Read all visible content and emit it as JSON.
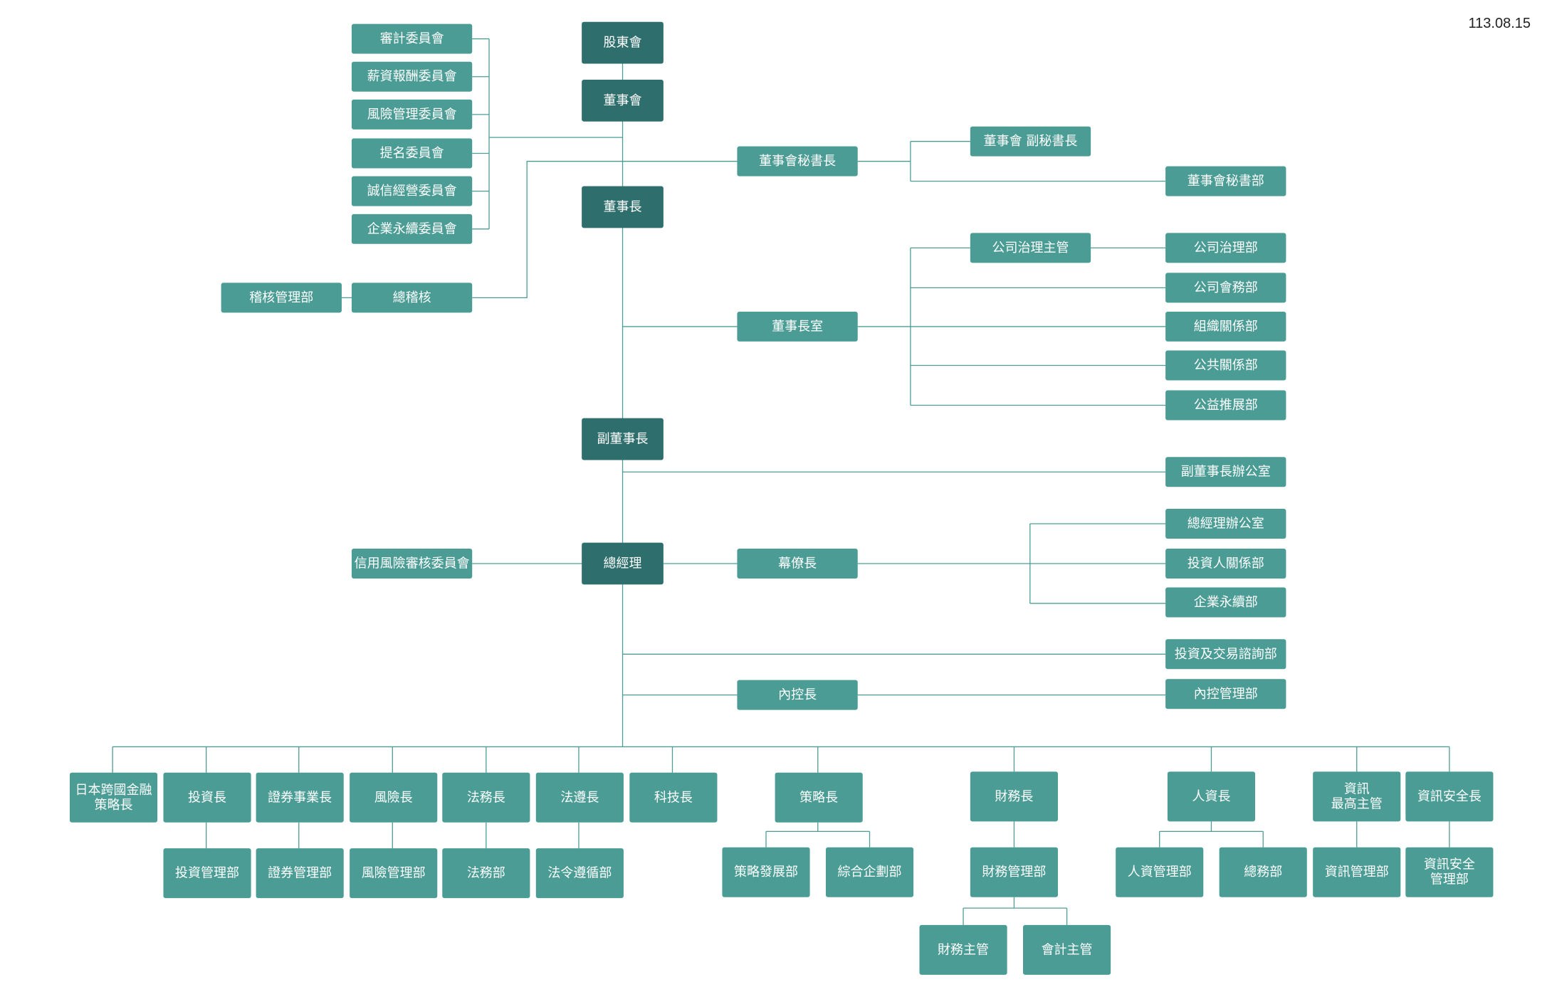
{
  "date": "113.08.15",
  "colors": {
    "primary": "#2e6e6c",
    "secondary": "#4a9c94",
    "line": "#4d9d95",
    "text": "#ffffff"
  },
  "nodes": {
    "shareholders": {
      "label": [
        "股東會"
      ],
      "tier": "primary"
    },
    "board": {
      "label": [
        "董事會"
      ],
      "tier": "primary"
    },
    "chairman": {
      "label": [
        "董事長"
      ],
      "tier": "primary"
    },
    "vice_chairman": {
      "label": [
        "副董事長"
      ],
      "tier": "primary"
    },
    "president": {
      "label": [
        "總經理"
      ],
      "tier": "primary"
    },
    "audit_committee": {
      "label": [
        "審計委員會"
      ],
      "tier": "secondary"
    },
    "remuneration_committee": {
      "label": [
        "薪資報酬委員會"
      ],
      "tier": "secondary"
    },
    "risk_committee": {
      "label": [
        "風險管理委員會"
      ],
      "tier": "secondary"
    },
    "nomination_committee": {
      "label": [
        "提名委員會"
      ],
      "tier": "secondary"
    },
    "integrity_committee": {
      "label": [
        "誠信經營委員會"
      ],
      "tier": "secondary"
    },
    "sustainability_committee": {
      "label": [
        "企業永續委員會"
      ],
      "tier": "secondary"
    },
    "audit_dept": {
      "label": [
        "稽核管理部"
      ],
      "tier": "secondary"
    },
    "chief_auditor": {
      "label": [
        "總稽核"
      ],
      "tier": "secondary"
    },
    "board_secretary_general": {
      "label": [
        "董事會秘書長"
      ],
      "tier": "secondary"
    },
    "deputy_secretary_general": {
      "label": [
        "董事會 副秘書長"
      ],
      "tier": "secondary"
    },
    "board_secretariat": {
      "label": [
        "董事會秘書部"
      ],
      "tier": "secondary"
    },
    "chairman_office": {
      "label": [
        "董事長室"
      ],
      "tier": "secondary"
    },
    "governance_officer": {
      "label": [
        "公司治理主管"
      ],
      "tier": "secondary"
    },
    "governance_dept": {
      "label": [
        "公司治理部"
      ],
      "tier": "secondary"
    },
    "corporate_affairs_dept": {
      "label": [
        "公司會務部"
      ],
      "tier": "secondary"
    },
    "organization_relations_dept": {
      "label": [
        "組織關係部"
      ],
      "tier": "secondary"
    },
    "public_relations_dept": {
      "label": [
        "公共關係部"
      ],
      "tier": "secondary"
    },
    "public_welfare_dept": {
      "label": [
        "公益推展部"
      ],
      "tier": "secondary"
    },
    "vice_chairman_office": {
      "label": [
        "副董事長辦公室"
      ],
      "tier": "secondary"
    },
    "credit_risk_committee": {
      "label": [
        "信用風險審核委員會"
      ],
      "tier": "secondary"
    },
    "chief_of_staff": {
      "label": [
        "幕僚長"
      ],
      "tier": "secondary"
    },
    "president_office": {
      "label": [
        "總經理辦公室"
      ],
      "tier": "secondary"
    },
    "investor_relations_dept": {
      "label": [
        "投資人關係部"
      ],
      "tier": "secondary"
    },
    "sustainability_dept": {
      "label": [
        "企業永續部"
      ],
      "tier": "secondary"
    },
    "investment_advisory_dept": {
      "label": [
        "投資及交易諮詢部"
      ],
      "tier": "secondary"
    },
    "chief_internal_control": {
      "label": [
        "內控長"
      ],
      "tier": "secondary"
    },
    "internal_control_dept": {
      "label": [
        "內控管理部"
      ],
      "tier": "secondary"
    },
    "japan_strategy_officer": {
      "label": [
        "日本跨國金融",
        "策略長"
      ],
      "tier": "secondary"
    },
    "chief_investment_officer": {
      "label": [
        "投資長"
      ],
      "tier": "secondary"
    },
    "securities_business_officer": {
      "label": [
        "證券事業長"
      ],
      "tier": "secondary"
    },
    "chief_risk_officer": {
      "label": [
        "風險長"
      ],
      "tier": "secondary"
    },
    "chief_legal_officer": {
      "label": [
        "法務長"
      ],
      "tier": "secondary"
    },
    "chief_compliance_officer": {
      "label": [
        "法遵長"
      ],
      "tier": "secondary"
    },
    "chief_technology_officer": {
      "label": [
        "科技長"
      ],
      "tier": "secondary"
    },
    "chief_strategy_officer": {
      "label": [
        "策略長"
      ],
      "tier": "secondary"
    },
    "chief_financial_officer": {
      "label": [
        "財務長"
      ],
      "tier": "secondary"
    },
    "chief_hr_officer": {
      "label": [
        "人資長"
      ],
      "tier": "secondary"
    },
    "chief_information_officer": {
      "label": [
        "資訊",
        "最高主管"
      ],
      "tier": "secondary"
    },
    "chief_security_officer": {
      "label": [
        "資訊安全長"
      ],
      "tier": "secondary"
    },
    "investment_mgmt_dept": {
      "label": [
        "投資管理部"
      ],
      "tier": "secondary"
    },
    "securities_mgmt_dept": {
      "label": [
        "證券管理部"
      ],
      "tier": "secondary"
    },
    "risk_mgmt_dept": {
      "label": [
        "風險管理部"
      ],
      "tier": "secondary"
    },
    "legal_dept": {
      "label": [
        "法務部"
      ],
      "tier": "secondary"
    },
    "compliance_dept": {
      "label": [
        "法令遵循部"
      ],
      "tier": "secondary"
    },
    "strategy_dev_dept": {
      "label": [
        "策略發展部"
      ],
      "tier": "secondary"
    },
    "planning_dept": {
      "label": [
        "綜合企劃部"
      ],
      "tier": "secondary"
    },
    "finance_mgmt_dept": {
      "label": [
        "財務管理部"
      ],
      "tier": "secondary"
    },
    "finance_officer": {
      "label": [
        "財務主管"
      ],
      "tier": "secondary"
    },
    "accounting_officer": {
      "label": [
        "會計主管"
      ],
      "tier": "secondary"
    },
    "hr_mgmt_dept": {
      "label": [
        "人資管理部"
      ],
      "tier": "secondary"
    },
    "general_affairs_dept": {
      "label": [
        "總務部"
      ],
      "tier": "secondary"
    },
    "it_mgmt_dept": {
      "label": [
        "資訊管理部"
      ],
      "tier": "secondary"
    },
    "infosec_mgmt_dept": {
      "label": [
        "資訊安全",
        "管理部"
      ],
      "tier": "secondary"
    }
  }
}
